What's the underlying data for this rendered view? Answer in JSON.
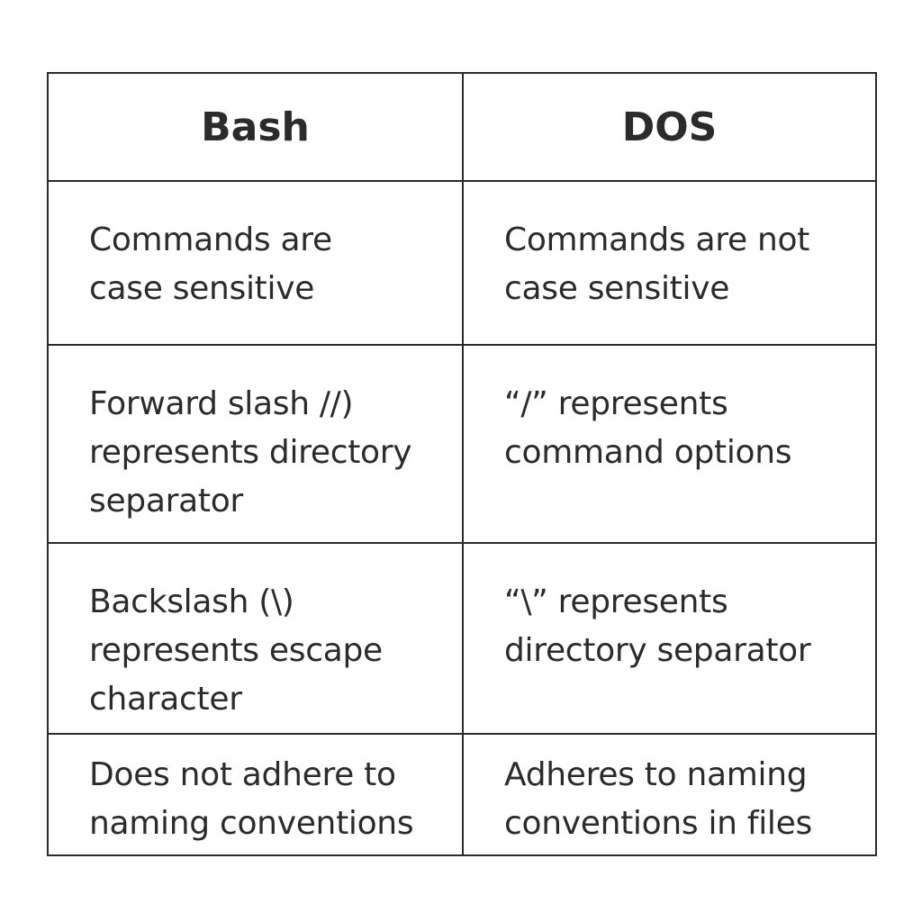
{
  "table": {
    "headers": [
      "Bash",
      "DOS"
    ],
    "rows": [
      [
        "Commands are\ncase sensitive",
        "Commands are not\ncase sensitive"
      ],
      [
        "Forward slash //)\nrepresents directory\nseparator",
        "“/” represents\ncommand options"
      ],
      [
        "Backslash (\\)\nrepresents escape\ncharacter",
        "“\\” represents\ndirectory separator"
      ],
      [
        "Does not adhere to\nnaming conventions",
        "Adheres to naming\nconventions in files"
      ]
    ]
  },
  "colors": {
    "border": "#2b2b2b",
    "text": "#2b2b2b",
    "background": "#ffffff"
  }
}
